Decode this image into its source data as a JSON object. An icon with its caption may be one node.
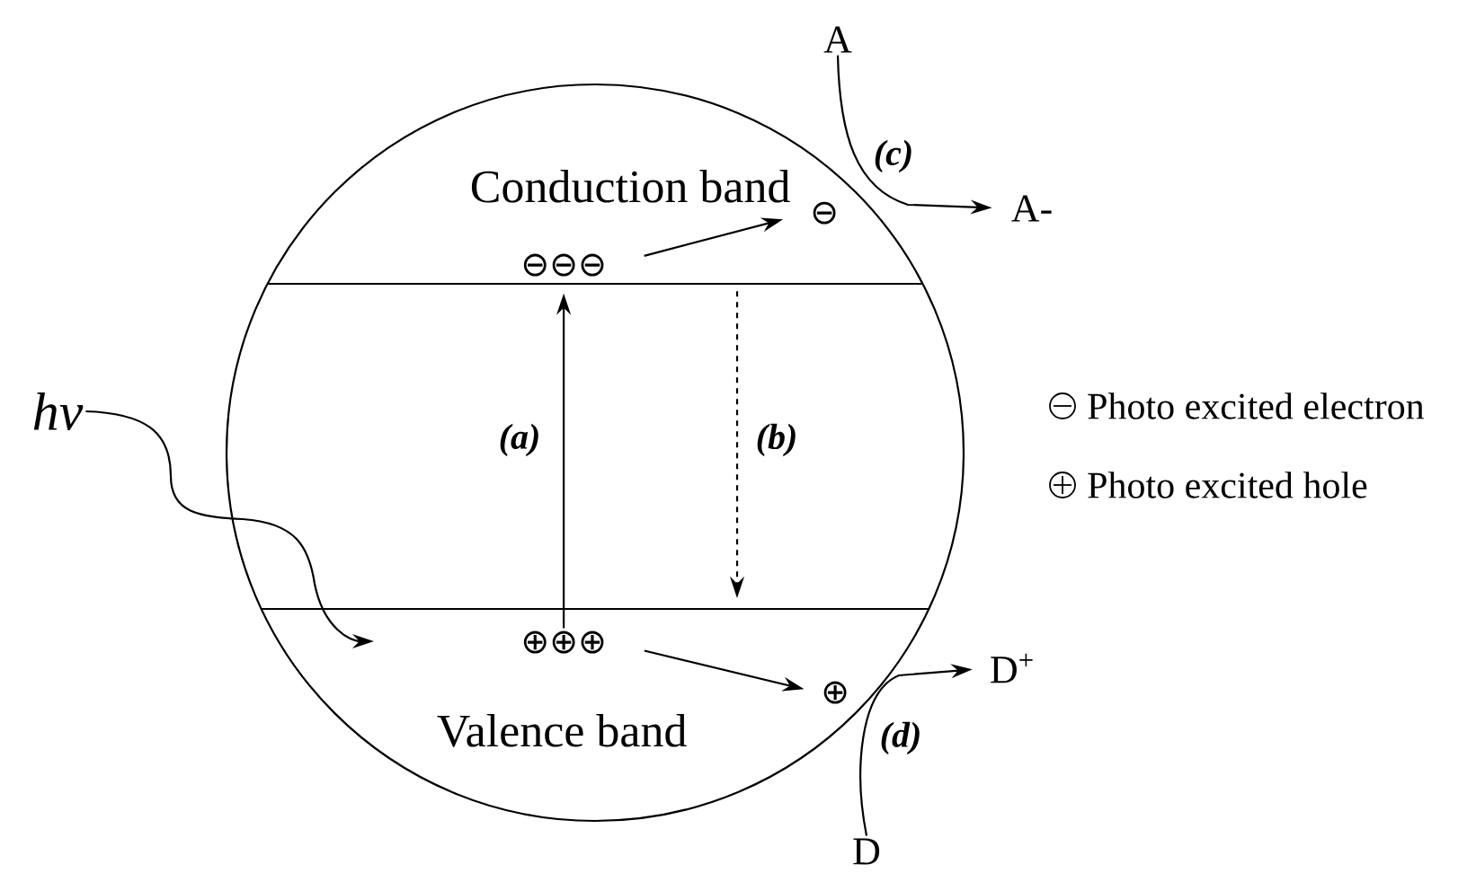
{
  "diagram": {
    "nodes": [
      {
        "text": [],
        "shape": "circle"
      },
      {
        "text": [
          "Conduction band"
        ],
        "in": 0
      },
      {
        "text": [
          "⊖⊖⊖"
        ],
        "in": 1
      },
      {
        "text": [
          "⊖"
        ],
        "in": 1
      },
      {
        "text": [
          "Valence band"
        ],
        "in": 0
      },
      {
        "text": [
          "⊕⊕⊕"
        ],
        "in": 4
      },
      {
        "text": [
          "⊕"
        ],
        "in": 4
      },
      {
        "text": [
          "hν"
        ]
      },
      {
        "text": [
          "A"
        ]
      },
      {
        "text": [
          "A-"
        ]
      },
      {
        "text": [
          "D"
        ]
      },
      {
        "text": [
          "D$^{+}$"
        ]
      }
    ],
    "edges": [
      {
        "from": 7,
        "to": 4,
        "arrow": "to"
      },
      {
        "from": 5,
        "to": 2,
        "arrow": "to",
        "label": "(a)"
      },
      {
        "from": 1,
        "to": 4,
        "arrow": "to",
        "label": "(b)",
        "style": "dashed"
      },
      {
        "from": 2,
        "to": 3,
        "arrow": "to"
      },
      {
        "from": 5,
        "to": 6,
        "arrow": "to"
      },
      {
        "from": 8,
        "to": 9,
        "arrow": "to",
        "label": "(c)"
      },
      {
        "from": 10,
        "to": 11,
        "arrow": "to",
        "label": "(d)"
      }
    ],
    "legend": [
      {
        "text": "Photo excited electron"
      },
      {
        "text": "Photo excited hole"
      }
    ]
  }
}
